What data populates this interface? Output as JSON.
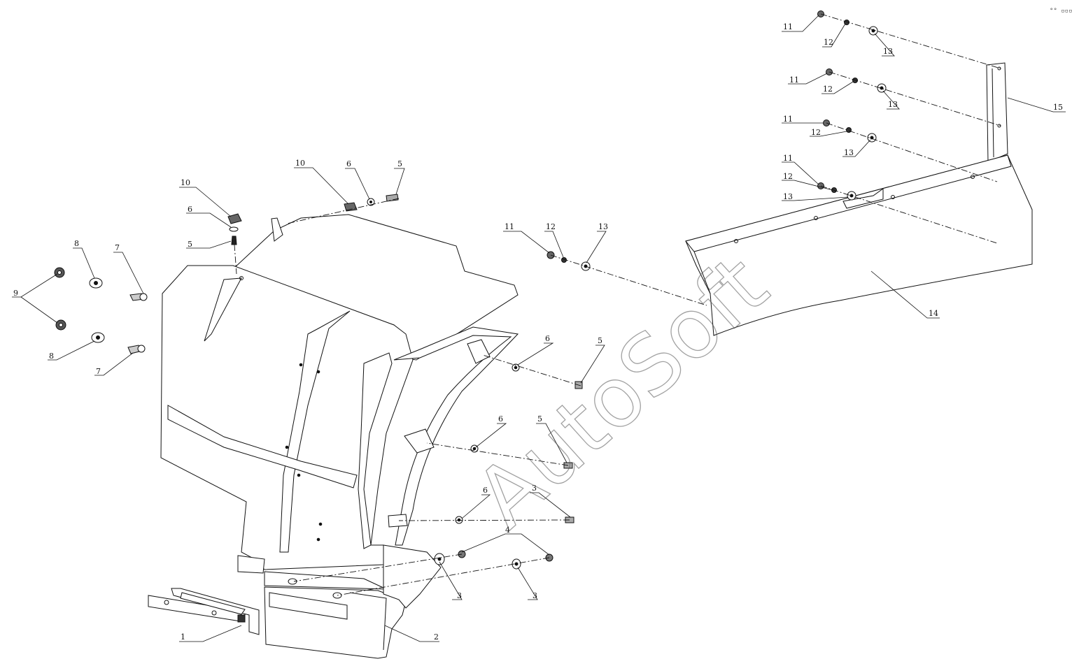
{
  "watermark": "AutoSoft",
  "corner_mark": "°° ▫▫▫",
  "callouts": [
    {
      "id": "c1",
      "label": "1"
    },
    {
      "id": "c2",
      "label": "2"
    },
    {
      "id": "c3a",
      "label": "3"
    },
    {
      "id": "c3b",
      "label": "3"
    },
    {
      "id": "c3c",
      "label": "3"
    },
    {
      "id": "c4",
      "label": "4"
    },
    {
      "id": "c5a",
      "label": "5"
    },
    {
      "id": "c5b",
      "label": "5"
    },
    {
      "id": "c5c",
      "label": "5"
    },
    {
      "id": "c5d",
      "label": "5"
    },
    {
      "id": "c6a",
      "label": "6"
    },
    {
      "id": "c6b",
      "label": "6"
    },
    {
      "id": "c6c",
      "label": "6"
    },
    {
      "id": "c6d",
      "label": "6"
    },
    {
      "id": "c6e",
      "label": "6"
    },
    {
      "id": "c7a",
      "label": "7"
    },
    {
      "id": "c7b",
      "label": "7"
    },
    {
      "id": "c8a",
      "label": "8"
    },
    {
      "id": "c8b",
      "label": "8"
    },
    {
      "id": "c9",
      "label": "9"
    },
    {
      "id": "c10a",
      "label": "10"
    },
    {
      "id": "c10b",
      "label": "10"
    },
    {
      "id": "c11a",
      "label": "11"
    },
    {
      "id": "c11b",
      "label": "11"
    },
    {
      "id": "c11c",
      "label": "11"
    },
    {
      "id": "c11d",
      "label": "11"
    },
    {
      "id": "c11e",
      "label": "11"
    },
    {
      "id": "c12a",
      "label": "12"
    },
    {
      "id": "c12b",
      "label": "12"
    },
    {
      "id": "c12c",
      "label": "12"
    },
    {
      "id": "c12d",
      "label": "12"
    },
    {
      "id": "c12e",
      "label": "12"
    },
    {
      "id": "c13a",
      "label": "13"
    },
    {
      "id": "c13b",
      "label": "13"
    },
    {
      "id": "c13c",
      "label": "13"
    },
    {
      "id": "c13d",
      "label": "13"
    },
    {
      "id": "c13e",
      "label": "13"
    },
    {
      "id": "c14",
      "label": "14"
    },
    {
      "id": "c15",
      "label": "15"
    }
  ]
}
